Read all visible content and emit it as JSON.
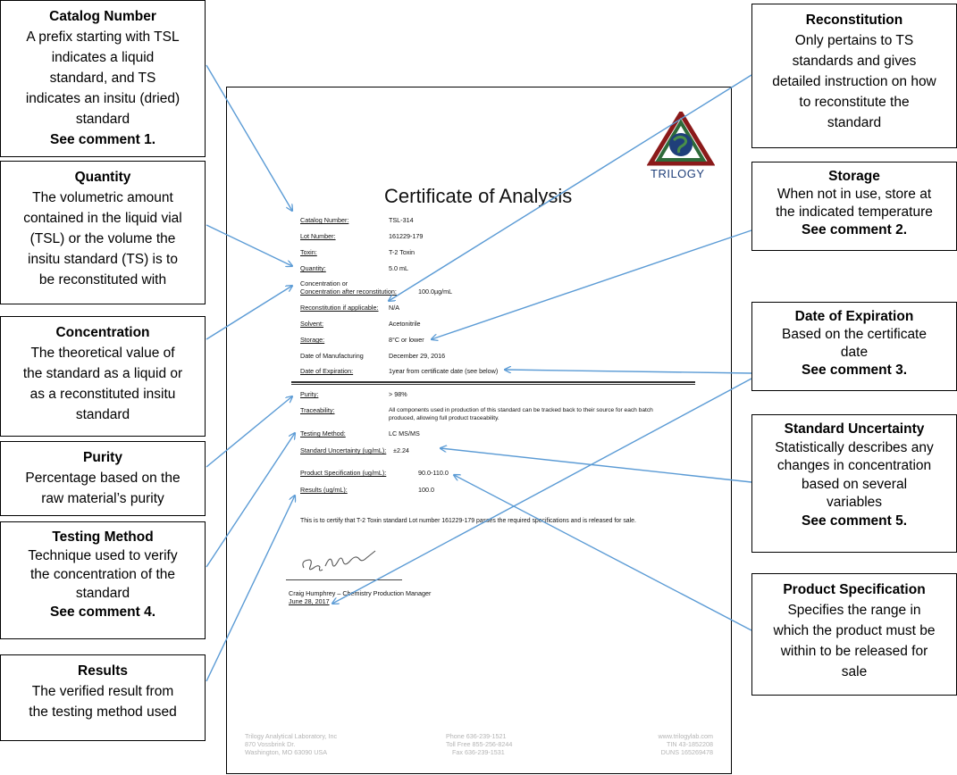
{
  "notes": {
    "catalog": {
      "title": "Catalog Number",
      "lines": [
        "A prefix starting with TSL",
        "indicates a liquid",
        "standard, and TS",
        "indicates an insitu (dried)",
        "standard"
      ],
      "comment": "See comment 1."
    },
    "quantity": {
      "title": "Quantity",
      "lines": [
        "The volumetric amount",
        "contained in the liquid vial",
        "(TSL) or the volume the",
        "insitu standard (TS) is to",
        "be reconstituted with"
      ]
    },
    "concentration": {
      "title": "Concentration",
      "lines": [
        "The theoretical value of",
        "the standard as a liquid or",
        "as a reconstituted insitu",
        "standard"
      ]
    },
    "purity": {
      "title": "Purity",
      "lines": [
        "Percentage based on the",
        "raw material’s purity"
      ]
    },
    "testing": {
      "title": "Testing Method",
      "lines": [
        "Technique used to verify",
        "the concentration of the",
        "standard"
      ],
      "comment": "See comment 4."
    },
    "results": {
      "title": "Results",
      "lines": [
        "The verified result from",
        "the testing method used"
      ]
    },
    "reconstitution": {
      "title": "Reconstitution",
      "lines": [
        "Only pertains to TS",
        "standards and gives",
        "detailed instruction on how",
        "to reconstitute the",
        "standard"
      ]
    },
    "storage": {
      "title": "Storage",
      "lines": [
        "When not in use, store at",
        "the indicated temperature"
      ],
      "comment": "See comment 2."
    },
    "expiration": {
      "title": "Date of Expiration",
      "lines": [
        "Based on the certificate",
        "date"
      ],
      "comment": "See comment 3."
    },
    "uncertainty": {
      "title": "Standard Uncertainty",
      "lines": [
        "Statistically describes any",
        "changes in concentration",
        "based on several",
        "variables"
      ],
      "comment": "See comment 5."
    },
    "specification": {
      "title": "Product Specification",
      "lines": [
        "Specifies the range in",
        "which the product must be",
        "within to be released for",
        "sale"
      ]
    }
  },
  "certificate": {
    "logo_text": "TRILOGY",
    "title": "Certificate of Analysis",
    "catalog_label": "Catalog Number:",
    "catalog_value": "TSL-314",
    "lot_label": "Lot Number:",
    "lot_value": "161229-179",
    "toxin_label": "Toxin:",
    "toxin_value": "T-2 Toxin",
    "quantity_label": "Quantity:",
    "quantity_value": "5.0 mL",
    "conc_label_1": "Concentration or",
    "conc_label_2": "Concentration after reconstitution:",
    "conc_value": "100.0µg/mL",
    "recon_label": "Reconstitution if applicable:",
    "recon_value": "N/A",
    "solvent_label": "Solvent:",
    "solvent_value": "Acetonitrile",
    "storage_label": "Storage:",
    "storage_value": "8°C or lower",
    "manufacturing_label": "Date of Manufacturing",
    "manufacturing_value": "December 29, 2016",
    "expiration_label": "Date of Expiration:",
    "expiration_value": "1year from certificate date (see below)",
    "purity_label": "Purity:",
    "purity_value": "> 98%",
    "trace_label": "Traceability:",
    "trace_value_1": "All components used in production of this standard can be tracked back to their source for each batch",
    "trace_value_2": "produced, allowing full product traceability.",
    "method_label": "Testing Method:",
    "method_value": "LC MS/MS",
    "uncert_label": "Standard Uncertainty (ug/mL):",
    "uncert_value": "±2.24",
    "spec_label": "Product Specification (ug/mL):",
    "spec_value": "90.0-110.0",
    "results_label": "Results (ug/mL):",
    "results_value": "100.0",
    "statement": "This is to certify that T-2 Toxin standard Lot number 161229-179 passes the required specifications and is released for sale.",
    "signatory": "Craig Humphrey – Chemistry Production Manager",
    "sign_date": "June 28, 2017",
    "footer": {
      "left": [
        "Trilogy Analytical Laboratory, Inc",
        "870 Vossbrink Dr.",
        "Washington, MO 63090 USA"
      ],
      "center": [
        "Phone 636-239-1521",
        "Toll Free 855-256-8244",
        "Fax 636-239-1531"
      ],
      "right": [
        "www.trilogylab.com",
        "TIN 43-1852208",
        "DUNS 165269478"
      ]
    }
  },
  "colors": {
    "arrow": "#5b9bd5",
    "divider": "#333333",
    "logo_red": "#8b1a1a",
    "logo_green": "#2e6b3a",
    "logo_blue": "#1f3f7a"
  }
}
